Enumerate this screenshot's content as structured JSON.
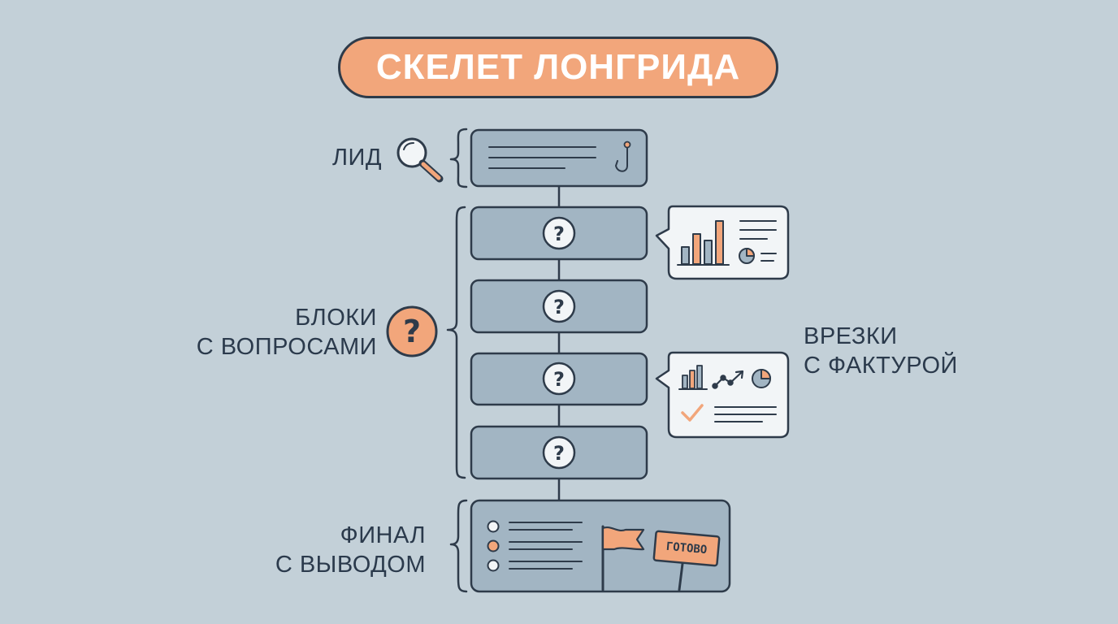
{
  "title": "СКЕЛЕТ ЛОНГРИДА",
  "labels": {
    "lead": "ЛИД",
    "blocks": [
      "БЛОКИ",
      "С ВОПРОСАМИ"
    ],
    "inserts": [
      "ВРЕЗКИ",
      "С ФАКТУРОЙ"
    ],
    "final": [
      "ФИНАЛ",
      "С ВЫВОДОМ"
    ]
  },
  "stamp": "ГОТОВО",
  "question_mark": "?",
  "colors": {
    "background": "#c3d0d8",
    "accent": "#f2a67b",
    "block_fill": "#a2b5c3",
    "outline": "#2e3b4a",
    "card_fill": "#f2f5f7"
  },
  "icons": [
    "magnifier-icon",
    "hook-icon",
    "question-icon",
    "bar-chart-icon",
    "pie-chart-icon",
    "line-trend-icon",
    "checkmark-icon",
    "flag-icon",
    "sign-icon"
  ]
}
